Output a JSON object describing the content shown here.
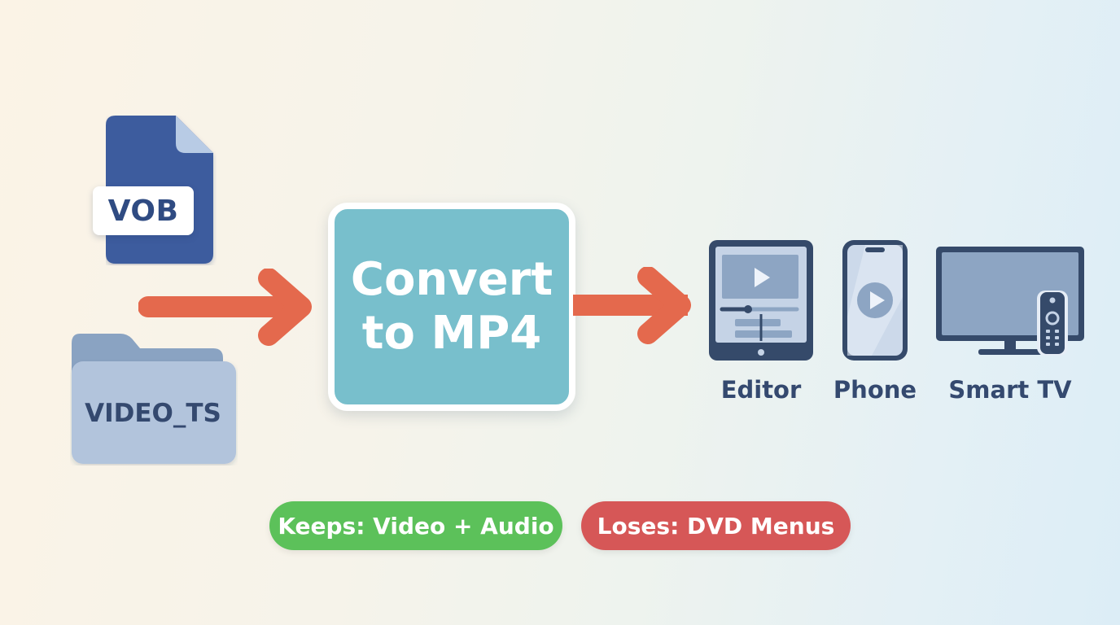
{
  "inputs": {
    "vob_label": "VOB",
    "folder_label": "VIDEO_TS"
  },
  "converter": {
    "line1": "Convert",
    "line2": "to MP4"
  },
  "devices": [
    {
      "label": "Editor",
      "icon": "tablet-editor-icon"
    },
    {
      "label": "Phone",
      "icon": "phone-icon"
    },
    {
      "label": "Smart TV",
      "icon": "smart-tv-icon"
    }
  ],
  "outcomes": {
    "keeps": "Keeps: Video + Audio",
    "loses": "Loses: DVD Menus"
  },
  "colors": {
    "arrow": "#e4694d",
    "convert_box": "#78bfcc",
    "vob_file": "#3d5c9e",
    "folder": "#a9bdd6",
    "device": "#354a6a",
    "keeps": "#5cc15a",
    "loses": "#d65757",
    "text_dark": "#34496f"
  }
}
